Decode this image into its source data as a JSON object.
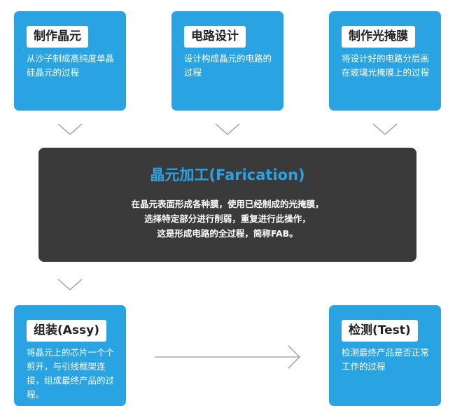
{
  "steps": [
    {
      "title": "制作晶元",
      "desc": "从沙子制成高纯度单晶硅晶元的过程"
    },
    {
      "title": "电路设计",
      "desc": "设计构成晶元的电路的过程"
    },
    {
      "title": "制作光掩膜",
      "desc": "将设计好的电路分层画在玻璃光掩膜上的过程"
    }
  ],
  "fab": {
    "title": "晶元加工(Farication)",
    "lines": [
      "在晶元表面形成各种膜，使用已经制成的光掩膜，",
      "选择特定部分进行削弱，重复进行此操作，",
      "这是形成电路的全过程，简称FAB。"
    ]
  },
  "assy": {
    "title": "组装(Assy)",
    "desc": "将晶元上的芯片一个个剪开，与引线框架连接，组成最终产品的过程。"
  },
  "test": {
    "title": "检测(Test)",
    "desc": "检测最终产品是否正常工作的过程"
  },
  "colors": {
    "card": "#2aa3e2",
    "fab_bg": "#3a3a3a",
    "fab_title": "#2aa3e2",
    "connector": "#9a9a9a"
  }
}
